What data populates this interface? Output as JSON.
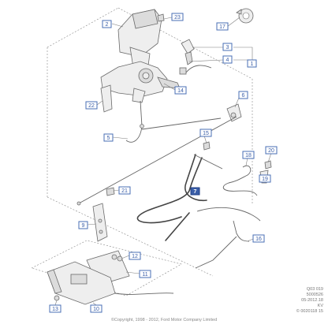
{
  "reference": {
    "lines": [
      "Q03 019",
      "5000526",
      "05-2012.18",
      "KV",
      "© 0020118 15"
    ]
  },
  "copyright": "©Copyright, 1998 - 2012, Ford Motor Company Limited",
  "callouts": [
    {
      "id": "c2",
      "label": "2"
    },
    {
      "id": "c23",
      "label": "23"
    },
    {
      "id": "c17",
      "label": "17"
    },
    {
      "id": "c3",
      "label": "3"
    },
    {
      "id": "c4",
      "label": "4"
    },
    {
      "id": "c1",
      "label": "1"
    },
    {
      "id": "c22",
      "label": "22"
    },
    {
      "id": "c14",
      "label": "14"
    },
    {
      "id": "c6",
      "label": "6"
    },
    {
      "id": "c5",
      "label": "5"
    },
    {
      "id": "c15",
      "label": "15"
    },
    {
      "id": "c18",
      "label": "18"
    },
    {
      "id": "c20",
      "label": "20"
    },
    {
      "id": "c19",
      "label": "19"
    },
    {
      "id": "c21",
      "label": "21"
    },
    {
      "id": "c7",
      "label": "7",
      "highlight": true
    },
    {
      "id": "c9",
      "label": "9"
    },
    {
      "id": "c16",
      "label": "16"
    },
    {
      "id": "c12",
      "label": "12"
    },
    {
      "id": "c11",
      "label": "11"
    },
    {
      "id": "c13",
      "label": "13"
    },
    {
      "id": "c10",
      "label": "10"
    }
  ]
}
